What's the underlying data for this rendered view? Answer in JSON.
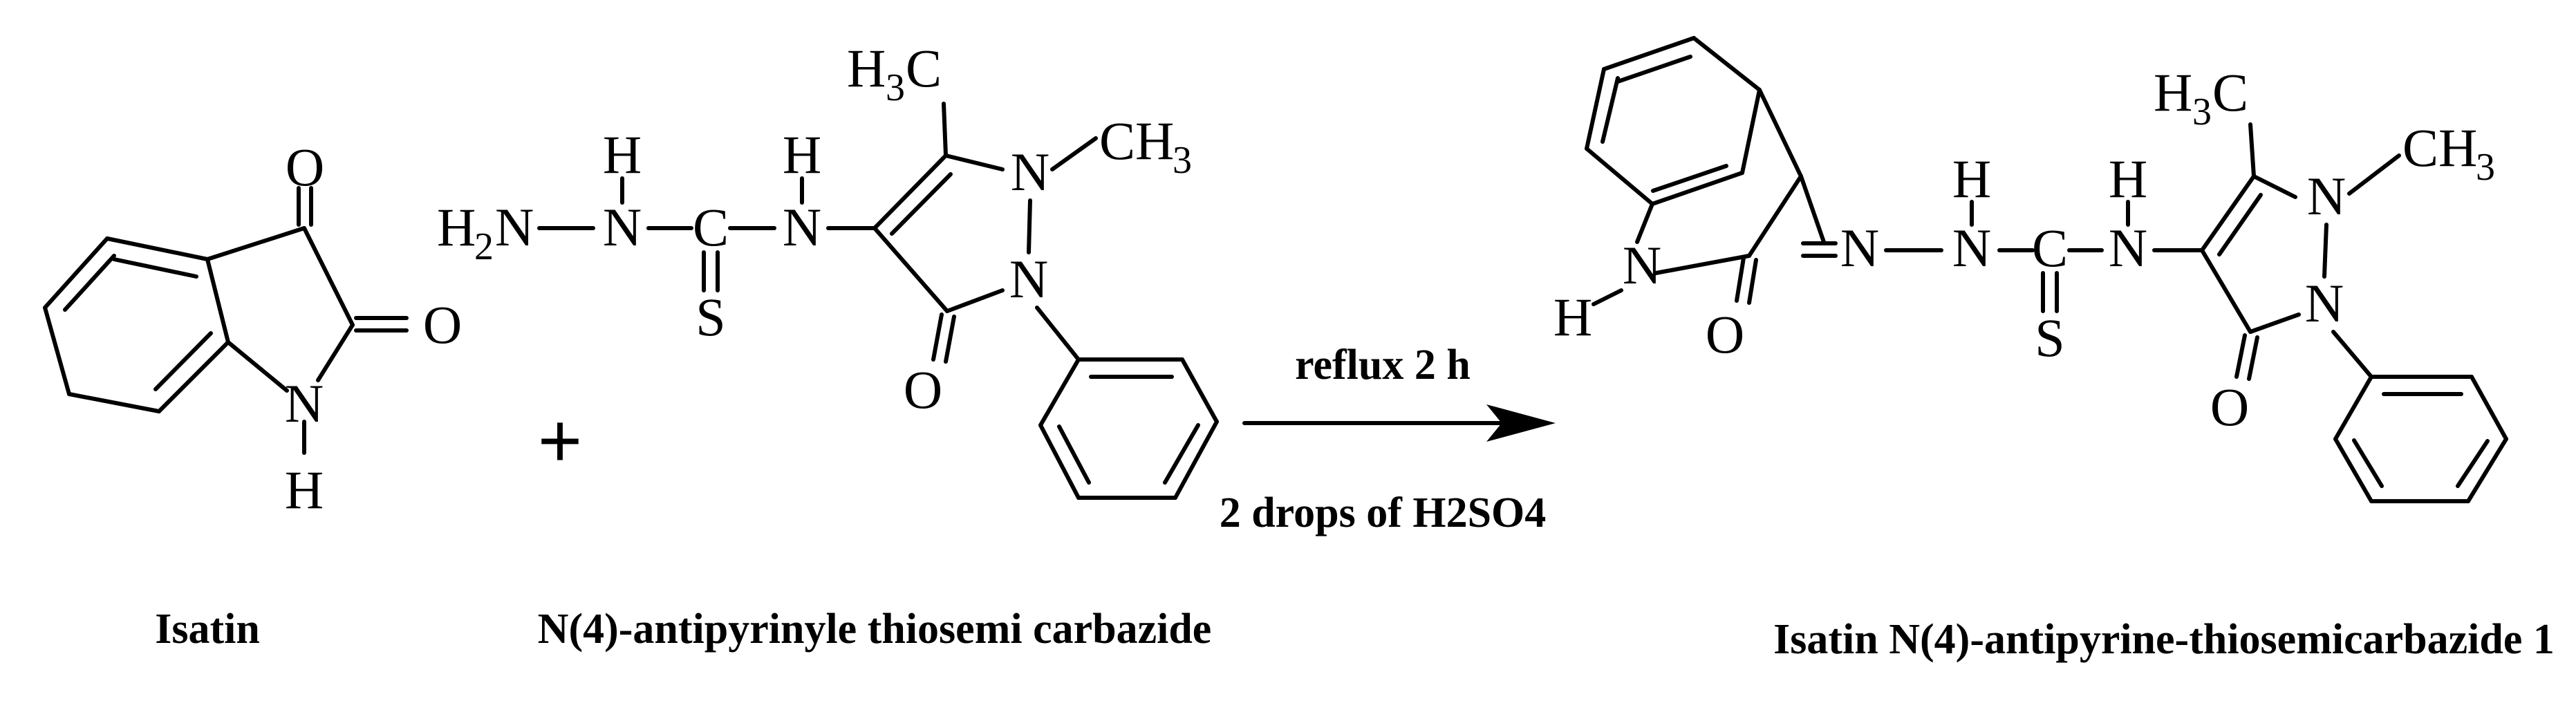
{
  "reactants": {
    "isatin": {
      "name": "Isatin",
      "atoms": {
        "o1": "O",
        "o2": "O",
        "n": "N",
        "h": "H"
      }
    },
    "plus": "+",
    "thiosemicarbazide": {
      "name": "N(4)-antipyrinyle thiosemi carbazide",
      "atoms": {
        "h2": "H",
        "n_amine": "N",
        "h_n2": "H",
        "n2": "N",
        "c": "C",
        "s": "S",
        "h_n4": "H",
        "n4": "N",
        "h3c_h": "H",
        "h3c_3": "3",
        "h3c_c": "C",
        "n1": "N",
        "n2_ring": "N",
        "ch3_c": "CH",
        "ch3_3": "3",
        "o": "O"
      }
    }
  },
  "reaction": {
    "above": "reflux 2 h",
    "below": "2 drops of H2SO4"
  },
  "product": {
    "name": "Isatin N(4)-antipyrine-thiosemicarbazide 1",
    "atoms": {
      "h_ring": "H",
      "n_ring": "N",
      "o_ring": "O",
      "n_imine": "N",
      "h_n2": "H",
      "n2": "N",
      "c": "C",
      "s": "S",
      "h_n4": "H",
      "n4": "N",
      "h3c_h": "H",
      "h3c_3": "3",
      "h3c_c": "C",
      "n1": "N",
      "n2_ring": "N",
      "ch3_c": "CH",
      "ch3_3": "3",
      "o": "O"
    }
  }
}
